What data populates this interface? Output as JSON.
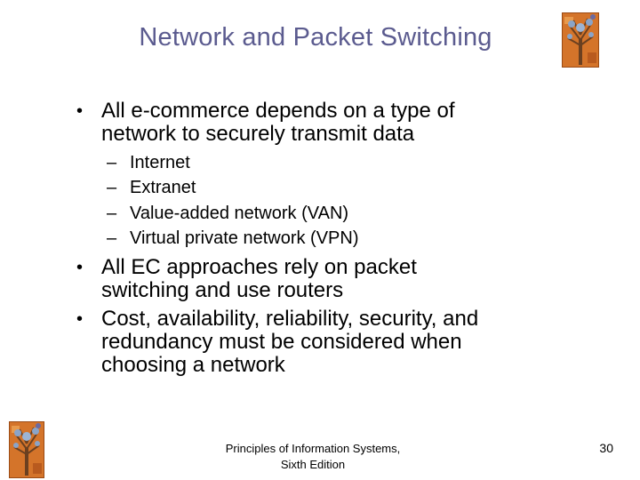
{
  "slide": {
    "title": "Network and Packet Switching",
    "bullets": [
      {
        "marker": "•",
        "lines": [
          "All e-commerce depends on a type of",
          "network to securely transmit data"
        ],
        "subitems": [
          {
            "marker": "–",
            "text": "Internet"
          },
          {
            "marker": "–",
            "text": "Extranet"
          },
          {
            "marker": "–",
            "text": "Value-added network (VAN)"
          },
          {
            "marker": "–",
            "text": "Virtual private network (VPN)"
          }
        ]
      },
      {
        "marker": "•",
        "lines": [
          "All EC approaches rely on packet",
          "switching and use routers"
        ]
      },
      {
        "marker": "•",
        "lines": [
          "Cost, availability, reliability, security, and",
          "redundancy must be considered when",
          "choosing a network"
        ]
      }
    ],
    "footer_lines": [
      "Principles of Information Systems,",
      "Sixth Edition"
    ],
    "page_number": "30",
    "logo_icon": "tree-logo-icon",
    "colors": {
      "title": "#5b5b8f",
      "logo_bg": "#d4742a"
    }
  }
}
